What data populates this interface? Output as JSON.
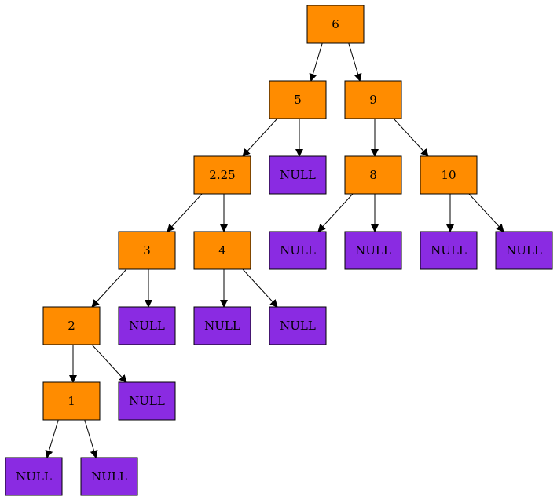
{
  "colors": {
    "internal_node_fill": "#ff8c00",
    "null_node_fill": "#8a2be2",
    "edge": "#000000",
    "node_border": "#000000",
    "label": "#000000"
  },
  "tree": {
    "nodes": [
      {
        "id": "n6",
        "label": "6",
        "kind": "value"
      },
      {
        "id": "n5",
        "label": "5",
        "kind": "value"
      },
      {
        "id": "n9",
        "label": "9",
        "kind": "value"
      },
      {
        "id": "n225",
        "label": "2.25",
        "kind": "value"
      },
      {
        "id": "null_5r",
        "label": "NULL",
        "kind": "null"
      },
      {
        "id": "n8",
        "label": "8",
        "kind": "value"
      },
      {
        "id": "n10",
        "label": "10",
        "kind": "value"
      },
      {
        "id": "n3",
        "label": "3",
        "kind": "value"
      },
      {
        "id": "n4",
        "label": "4",
        "kind": "value"
      },
      {
        "id": "null_8l",
        "label": "NULL",
        "kind": "null"
      },
      {
        "id": "null_8r",
        "label": "NULL",
        "kind": "null"
      },
      {
        "id": "null_10l",
        "label": "NULL",
        "kind": "null"
      },
      {
        "id": "null_10r",
        "label": "NULL",
        "kind": "null"
      },
      {
        "id": "n2",
        "label": "2",
        "kind": "value"
      },
      {
        "id": "null_3r",
        "label": "NULL",
        "kind": "null"
      },
      {
        "id": "null_4l",
        "label": "NULL",
        "kind": "null"
      },
      {
        "id": "null_4r",
        "label": "NULL",
        "kind": "null"
      },
      {
        "id": "n1",
        "label": "1",
        "kind": "value"
      },
      {
        "id": "null_2r",
        "label": "NULL",
        "kind": "null"
      },
      {
        "id": "null_1l",
        "label": "NULL",
        "kind": "null"
      },
      {
        "id": "null_1r",
        "label": "NULL",
        "kind": "null"
      }
    ],
    "edges": [
      {
        "from": "n6",
        "to": "n5"
      },
      {
        "from": "n6",
        "to": "n9"
      },
      {
        "from": "n5",
        "to": "n225"
      },
      {
        "from": "n5",
        "to": "null_5r"
      },
      {
        "from": "n9",
        "to": "n8"
      },
      {
        "from": "n9",
        "to": "n10"
      },
      {
        "from": "n225",
        "to": "n3"
      },
      {
        "from": "n225",
        "to": "n4"
      },
      {
        "from": "n8",
        "to": "null_8l"
      },
      {
        "from": "n8",
        "to": "null_8r"
      },
      {
        "from": "n10",
        "to": "null_10l"
      },
      {
        "from": "n10",
        "to": "null_10r"
      },
      {
        "from": "n3",
        "to": "n2"
      },
      {
        "from": "n3",
        "to": "null_3r"
      },
      {
        "from": "n4",
        "to": "null_4l"
      },
      {
        "from": "n4",
        "to": "null_4r"
      },
      {
        "from": "n2",
        "to": "n1"
      },
      {
        "from": "n2",
        "to": "null_2r"
      },
      {
        "from": "n1",
        "to": "null_1l"
      },
      {
        "from": "n1",
        "to": "null_1r"
      }
    ]
  }
}
